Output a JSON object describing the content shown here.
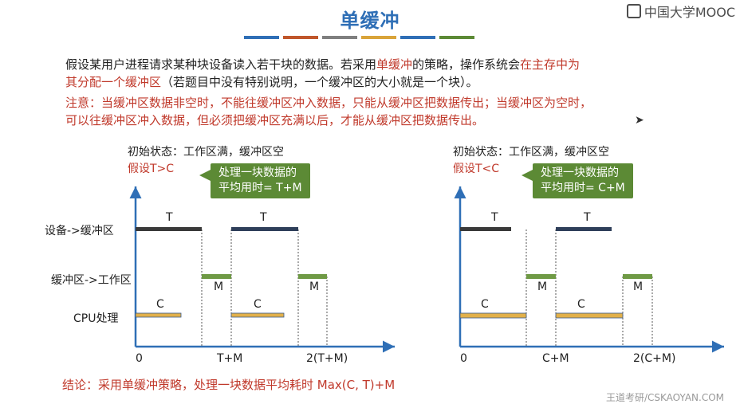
{
  "header": {
    "title": "单缓冲",
    "logo_text": "中国大学MOOC",
    "color_bars": [
      "#2f6fb6",
      "#c0562b",
      "#7f7f7f",
      "#d9a43a",
      "#2f6fb6",
      "#5c8a35"
    ]
  },
  "intro": {
    "line1_a": "假设某用户进程请求某种块设备读入若干块的数据。若采用",
    "line1_b": "单缓冲",
    "line1_c": "的策略，操作系统会",
    "line1_d": "在主存中为",
    "line2_a": "其分配一个缓冲区",
    "line2_b": "（若题目中没有特别说明，一个缓冲区的大小就是一个块）。",
    "note1": "注意：当缓冲区数据非空时，不能往缓冲区冲入数据，只能从缓冲区把数据传出；当缓冲区为空时，",
    "note2": "可以往缓冲区冲入数据，但必须把缓冲区充满以后，才能从缓冲区把数据传出。"
  },
  "rows": {
    "device_to_buffer": "设备->缓冲区",
    "buffer_to_work": "缓冲区->工作区",
    "cpu": "CPU处理"
  },
  "left": {
    "initial": "初始状态：工作区满，缓冲区空",
    "assume": "假设T>C",
    "callout1": "处理一块数据的",
    "callout2": "平均用时= T+M",
    "ticks": [
      "0",
      "T+M",
      "2(T+M)"
    ],
    "T": "T",
    "M": "M",
    "C": "C"
  },
  "right": {
    "initial": "初始状态：工作区满，缓冲区空",
    "assume": "假设T<C",
    "callout1": "处理一块数据的",
    "callout2": "平均用时= C+M",
    "ticks": [
      "0",
      "C+M",
      "2(C+M)"
    ],
    "T": "T",
    "M": "M",
    "C": "C"
  },
  "conclusion": "结论：采用单缓冲策略，处理一块数据平均耗时 Max(C, T)+M",
  "footer": "王道考研/CSKAOYAN.COM",
  "colors": {
    "device_bar": "#3a3a3a",
    "transfer_bar": "#6f9a45",
    "cpu_bar": "#e2b04a",
    "axis": "#2f6fb6"
  }
}
